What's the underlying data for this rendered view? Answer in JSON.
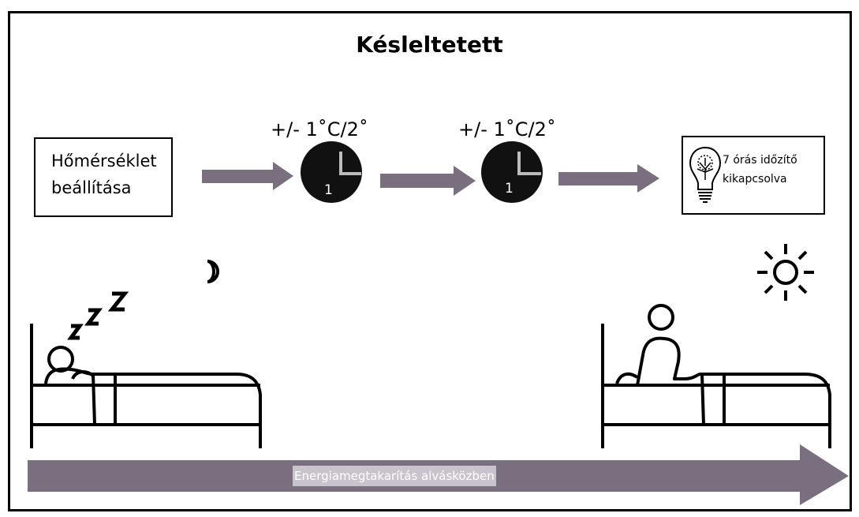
{
  "title": "Késleltetett",
  "start_box": {
    "line1": "Hőmérséklet",
    "line2": "beállítása"
  },
  "steps": [
    {
      "temp_label": "+/- 1˚C/2˚",
      "clock_number": "1"
    },
    {
      "temp_label": "+/- 1˚C/2˚",
      "clock_number": "1"
    }
  ],
  "end_box": {
    "line1": "7 órás időzítő",
    "line2": "kikapcsolva"
  },
  "bottom_arrow_label": "Energiamegtakarítás  alvásközben",
  "colors": {
    "arrow": "#7a6f7e",
    "clock": "#111111",
    "clock_hands": "#bbbbbb",
    "stroke": "#000000"
  },
  "icons": [
    "moon-icon",
    "sun-icon",
    "sleeping-person-icon",
    "awake-person-icon",
    "lightbulb-icon",
    "clock-icon"
  ]
}
